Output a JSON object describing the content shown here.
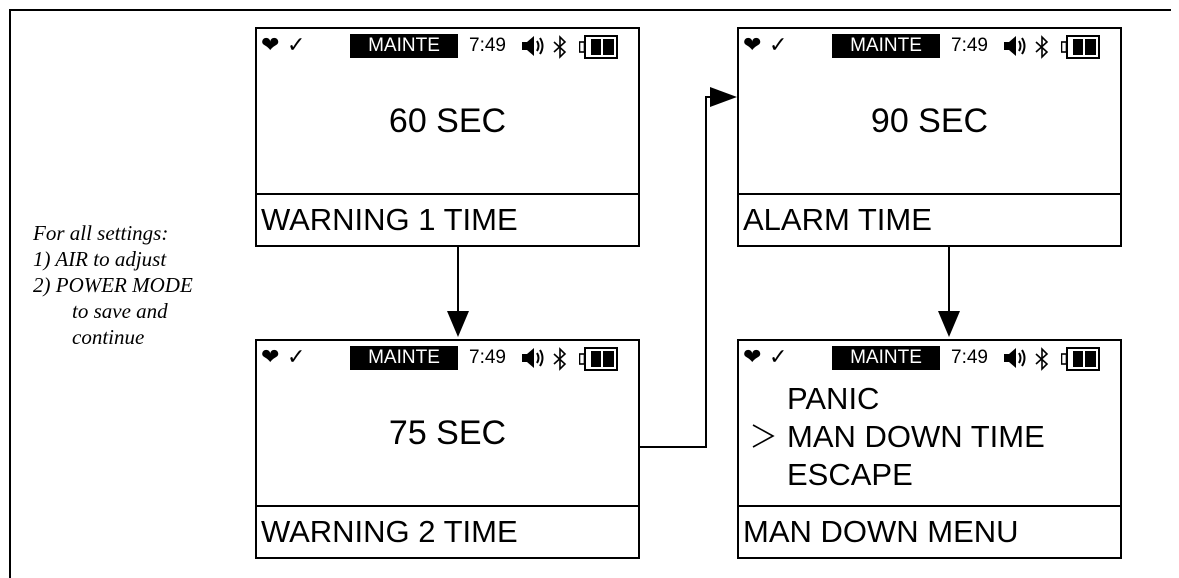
{
  "note": {
    "lines": [
      "For all settings:",
      "1) AIR to adjust",
      "2) POWER MODE",
      "to save and",
      "continue"
    ]
  },
  "status_bar": {
    "mode": "MAINTE",
    "time": "7:49",
    "icons": [
      "heart-icon",
      "check-icon",
      "speaker-icon",
      "bluetooth-icon",
      "battery-icon"
    ]
  },
  "screens": {
    "warning1": {
      "value": "60  SEC",
      "footer": "WARNING  1  TIME"
    },
    "alarm": {
      "value": "90  SEC",
      "footer": "ALARM  TIME"
    },
    "warning2": {
      "value": "75  SEC",
      "footer": "WARNING  2  TIME"
    },
    "mandown": {
      "items": [
        "PANIC",
        "MAN  DOWN  TIME",
        "ESCAPE"
      ],
      "footer": "MAN  DOWN  MENU"
    }
  }
}
